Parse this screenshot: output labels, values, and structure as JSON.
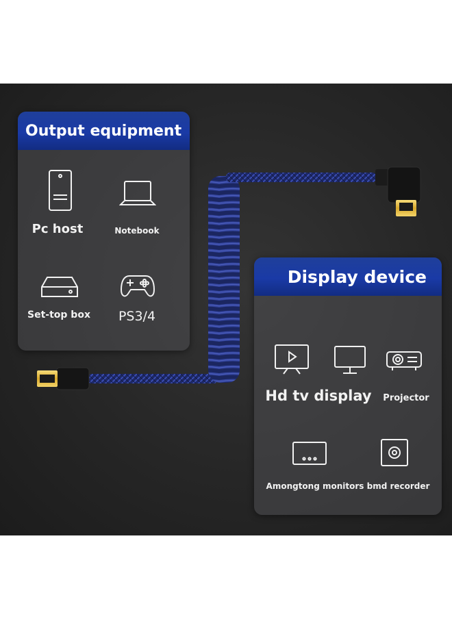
{
  "output_panel": {
    "title": "Output equipment",
    "items": [
      {
        "label": "Pc host",
        "icon": "pc-tower-icon"
      },
      {
        "label": "Notebook",
        "icon": "laptop-icon"
      },
      {
        "label": "Set-top box",
        "icon": "set-top-box-icon"
      },
      {
        "label": "PS3/4",
        "icon": "gamepad-icon"
      }
    ]
  },
  "display_panel": {
    "title": "Display device",
    "items": [
      {
        "label": "Hd tv display",
        "icon": "tv-icon"
      },
      {
        "label": "",
        "icon": "monitor-icon"
      },
      {
        "label": "Projector",
        "icon": "projector-icon"
      },
      {
        "label": "Amongtong monitors bmd recorder",
        "icon": "monitor-dots-icon"
      },
      {
        "label": "",
        "icon": "recorder-icon"
      }
    ]
  },
  "colors": {
    "panel_header": "#1a3aa6",
    "cable_blue": "#27357f",
    "connector_gold": "#e8c04a",
    "background": "#262626"
  }
}
